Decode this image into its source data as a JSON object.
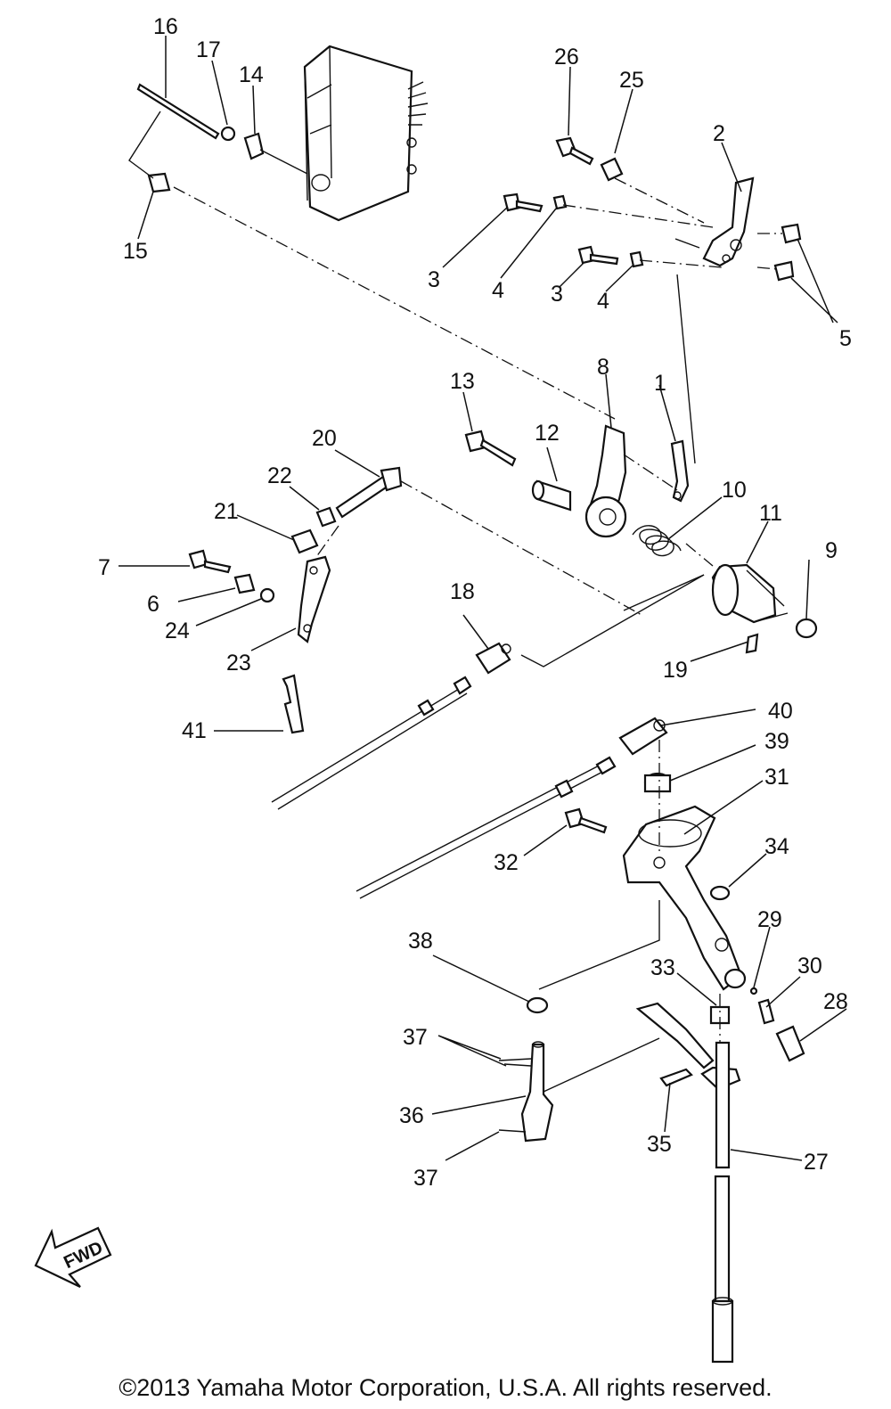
{
  "diagram": {
    "callouts": [
      "1",
      "2",
      "3",
      "3",
      "4",
      "4",
      "5",
      "6",
      "7",
      "8",
      "9",
      "10",
      "11",
      "12",
      "13",
      "14",
      "15",
      "16",
      "17",
      "18",
      "19",
      "20",
      "21",
      "22",
      "23",
      "24",
      "25",
      "26",
      "27",
      "28",
      "29",
      "30",
      "31",
      "32",
      "33",
      "34",
      "35",
      "36",
      "37",
      "37",
      "38",
      "39",
      "40",
      "41"
    ],
    "fwd_label": "FWD"
  },
  "footer": {
    "copyright": "©2013 Yamaha Motor Corporation, U.S.A. All rights reserved."
  }
}
